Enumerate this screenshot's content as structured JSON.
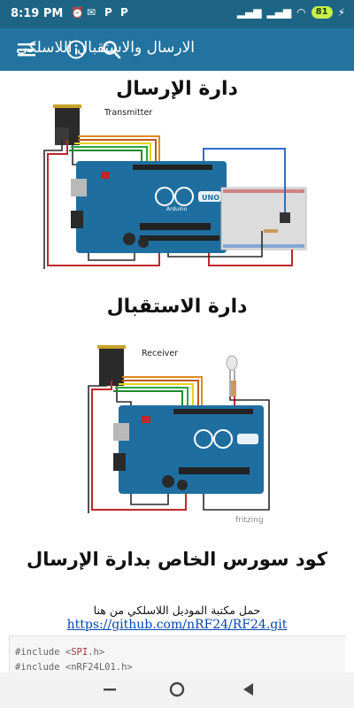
{
  "status_bar": {
    "time": "8:19 PM",
    "battery": "81"
  },
  "app_bar": {
    "title": "الارسال والاستقبال اللاسلكي",
    "icons": [
      "menu-icon",
      "info-icon",
      "search-icon"
    ]
  },
  "sections": {
    "transmitter_title": "دارة الإرسال",
    "transmitter_label": "Transmitter",
    "receiver_title": "دارة الاستقبال",
    "receiver_label": "Receiver",
    "board_label": "UNO",
    "brand_label": "Arduino",
    "fritzing_label": "fritzing",
    "code_title": "كود سورس الخاص بدارة الإرسال",
    "library_note": "حمل مكتبة الموديل اللاسلكي من هنا",
    "library_link": "https://github.com/nRF24/RF24.git"
  },
  "code": {
    "line1_prefix": "#include <",
    "line1_lib": "SPI",
    "line1_suffix": ".h>",
    "line2": "#include <nRF24L01.h>"
  },
  "colors": {
    "status_bar": "#1e6585",
    "app_bar": "#2273a0",
    "arduino_board": "#1e6fa0",
    "wire_red": "#c0262b",
    "wire_blue": "#2a6fc9",
    "wire_orange": "#e08a1e",
    "wire_yellow": "#e6d21f",
    "wire_green": "#29a83c"
  }
}
